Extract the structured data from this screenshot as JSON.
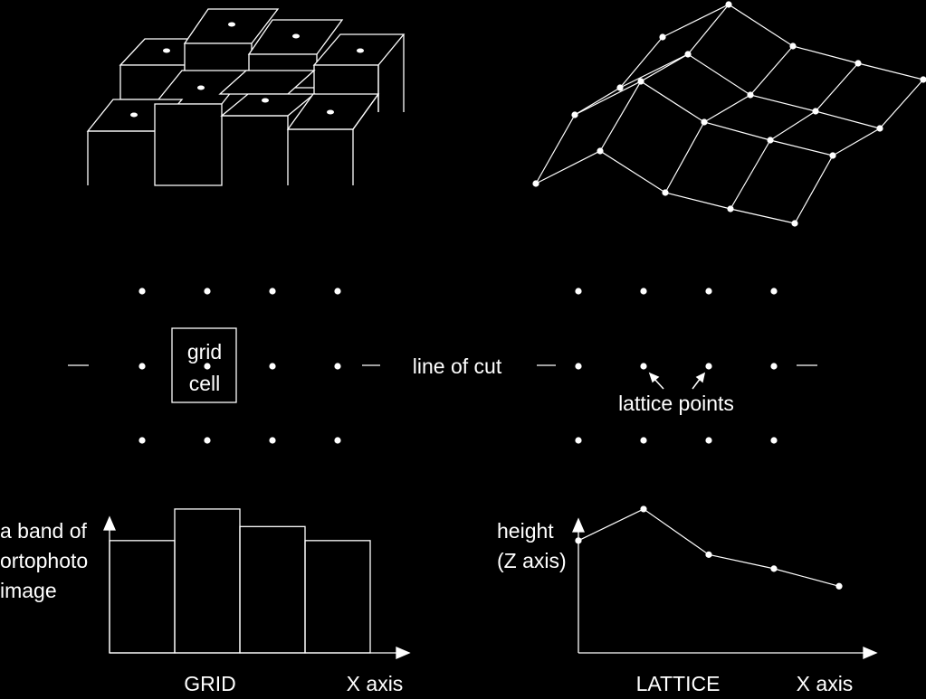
{
  "labels": {
    "grid_cell_line1": "grid",
    "grid_cell_line2": "cell",
    "line_of_cut": "line of cut",
    "lattice_points": "lattice points",
    "band_line1": "a band of",
    "band_line2": "ortophoto",
    "band_line3": "image",
    "height_line1": "height",
    "height_line2": "(Z axis)",
    "grid_xlabel": "GRID",
    "grid_xaxis": "X axis",
    "lattice_xlabel": "LATTICE",
    "lattice_xaxis": "X axis"
  },
  "colors": {
    "background": "#000000",
    "foreground": "#ffffff"
  },
  "chart_data": [
    {
      "type": "bar",
      "title": "",
      "categories": [
        "",
        "",
        "",
        ""
      ],
      "values": [
        3.2,
        4.1,
        3.6,
        3.2
      ],
      "xlabel": "GRID",
      "ylabel": "a band of ortophoto image",
      "ylim": [
        0,
        5
      ]
    },
    {
      "type": "line",
      "title": "",
      "x": [
        0,
        1,
        2,
        3,
        4
      ],
      "values": [
        3.2,
        4.1,
        2.8,
        2.4,
        1.9
      ],
      "xlabel": "LATTICE",
      "ylabel": "height (Z axis)",
      "ylim": [
        0,
        5
      ]
    }
  ]
}
